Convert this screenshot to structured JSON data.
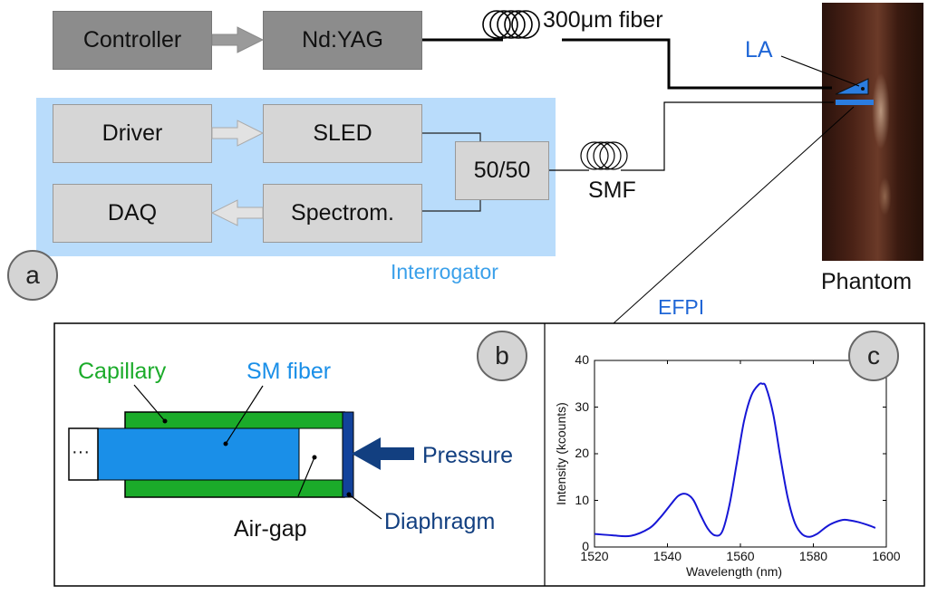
{
  "blocks": {
    "controller": "Controller",
    "ndyag": "Nd:YAG",
    "driver": "Driver",
    "sled": "SLED",
    "daq": "DAQ",
    "spectrom": "Spectrom.",
    "coupler": "50/50"
  },
  "labels": {
    "fiber300": "300μm fiber",
    "smf": "SMF",
    "la": "LA",
    "interrogator": "Interrogator",
    "phantom": "Phantom",
    "efpi": "EFPI"
  },
  "panels": {
    "a": "a",
    "b": "b",
    "c": "c"
  },
  "sensor": {
    "capillary": "Capillary",
    "sm_fiber": "SM fiber",
    "pressure": "Pressure",
    "air_gap": "Air-gap",
    "diaphragm": "Diaphragm",
    "ellipsis": "···"
  },
  "colors": {
    "capillary": "#1bab2a",
    "sm_fiber": "#1a8fe8",
    "diaphragm": "#12429b",
    "pressure": "#123f80",
    "interrogator_bg": "#b9dcfb",
    "interrogator_label": "#3aa0ea",
    "spectrum_line": "#1616d6"
  },
  "chart_data": {
    "type": "line",
    "title": "",
    "xlabel": "Wavelength (nm)",
    "ylabel": "Intensity (kcounts)",
    "xlim": [
      1520,
      1600
    ],
    "ylim": [
      0,
      40
    ],
    "xticks": [
      1520,
      1540,
      1560,
      1580,
      1600
    ],
    "yticks": [
      0,
      10,
      20,
      30,
      40
    ],
    "grid": false,
    "series": [
      {
        "x": [
          1520,
          1525,
          1530,
          1535,
          1538,
          1541,
          1543,
          1545,
          1547,
          1549,
          1551,
          1553,
          1555,
          1557,
          1559,
          1561,
          1563,
          1565,
          1566,
          1567,
          1569,
          1571,
          1573,
          1575,
          1577,
          1579,
          1581,
          1583,
          1585,
          1588,
          1590,
          1592,
          1595,
          1597
        ],
        "y": [
          2.8,
          2.5,
          2.4,
          4.0,
          6.3,
          9.2,
          11.0,
          11.4,
          10.2,
          7.0,
          4.0,
          2.5,
          3.3,
          9.0,
          18.0,
          27.0,
          32.5,
          34.8,
          35.0,
          34.3,
          28.5,
          19.0,
          10.5,
          5.0,
          2.7,
          2.2,
          2.8,
          4.0,
          5.0,
          5.8,
          5.7,
          5.4,
          4.7,
          4.1
        ]
      }
    ]
  }
}
